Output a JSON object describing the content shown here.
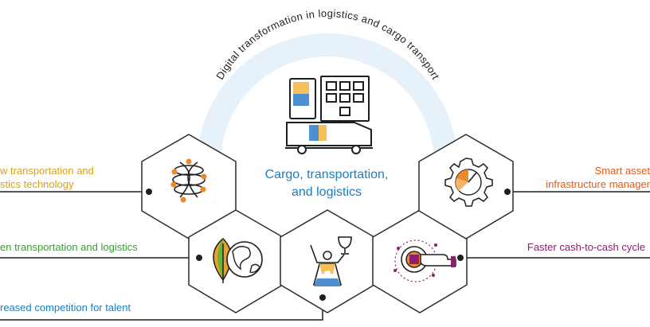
{
  "arc_title": "Digital transformation in logistics and cargo transport",
  "center": {
    "title_line1": "Cargo, transportation,",
    "title_line2": "and logistics"
  },
  "labels": {
    "new_tech_line1": "w transportation and",
    "new_tech_line2": "stics technology",
    "green": "en transportation and logistics",
    "talent": "reased competition for talent",
    "smart_line1": "Smart asset",
    "smart_line2": "infrastructure manager",
    "cash": "Faster cash-to-cash cycle"
  },
  "colors": {
    "arc": "#e6f1fa",
    "hex_stroke": "#2b2b2b",
    "orange": "#e98b2a",
    "amber": "#d9a21b",
    "green": "#3f9a3a",
    "blue": "#1a7fc0",
    "purple": "#8e1f6b",
    "dark": "#1f1f1f"
  },
  "icons": {
    "center": "cargo-truck-icon",
    "new_tech": "gyroscope-icon",
    "green": "leaf-globe-icon",
    "talent": "trophy-person-icon",
    "cash": "hand-coin-icon",
    "smart": "gear-gauge-icon"
  }
}
